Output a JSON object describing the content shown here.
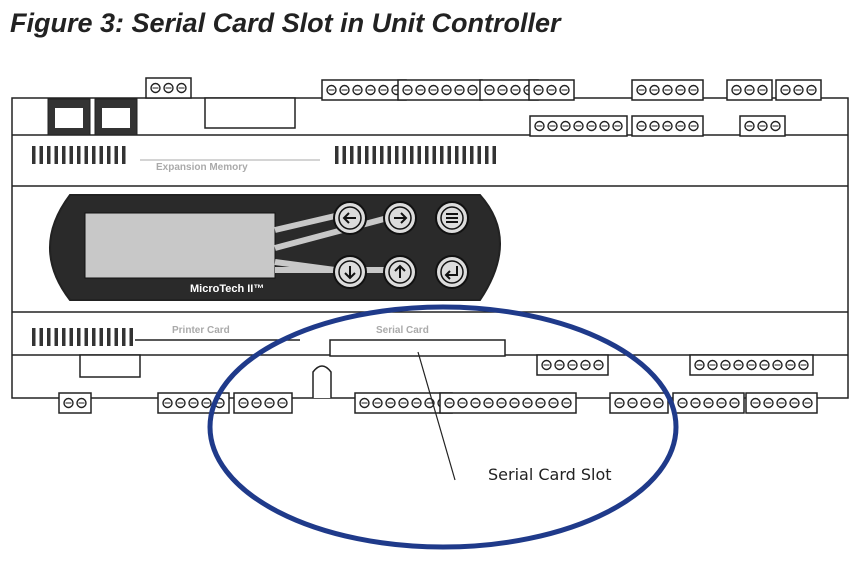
{
  "figure": {
    "title": "Figure 3: Serial Card Slot in Unit Controller"
  },
  "board_labels": {
    "expansion_memory": "Expansion Memory",
    "printer_card": "Printer Card",
    "serial_card": "Serial Card",
    "brand": "MicroTech II™"
  },
  "callout": {
    "label": "Serial Card Slot"
  },
  "colors": {
    "line": "#222222",
    "display_body": "#2a2a2a",
    "lcd": "#c8c8c8",
    "highlight_ellipse": "#1f3a8a",
    "faint_label": "#aaaaaa"
  },
  "keypad": {
    "buttons": [
      "arrow-left-icon",
      "arrow-right-icon",
      "menu-icon",
      "arrow-down-icon",
      "arrow-up-icon",
      "enter-icon"
    ]
  }
}
